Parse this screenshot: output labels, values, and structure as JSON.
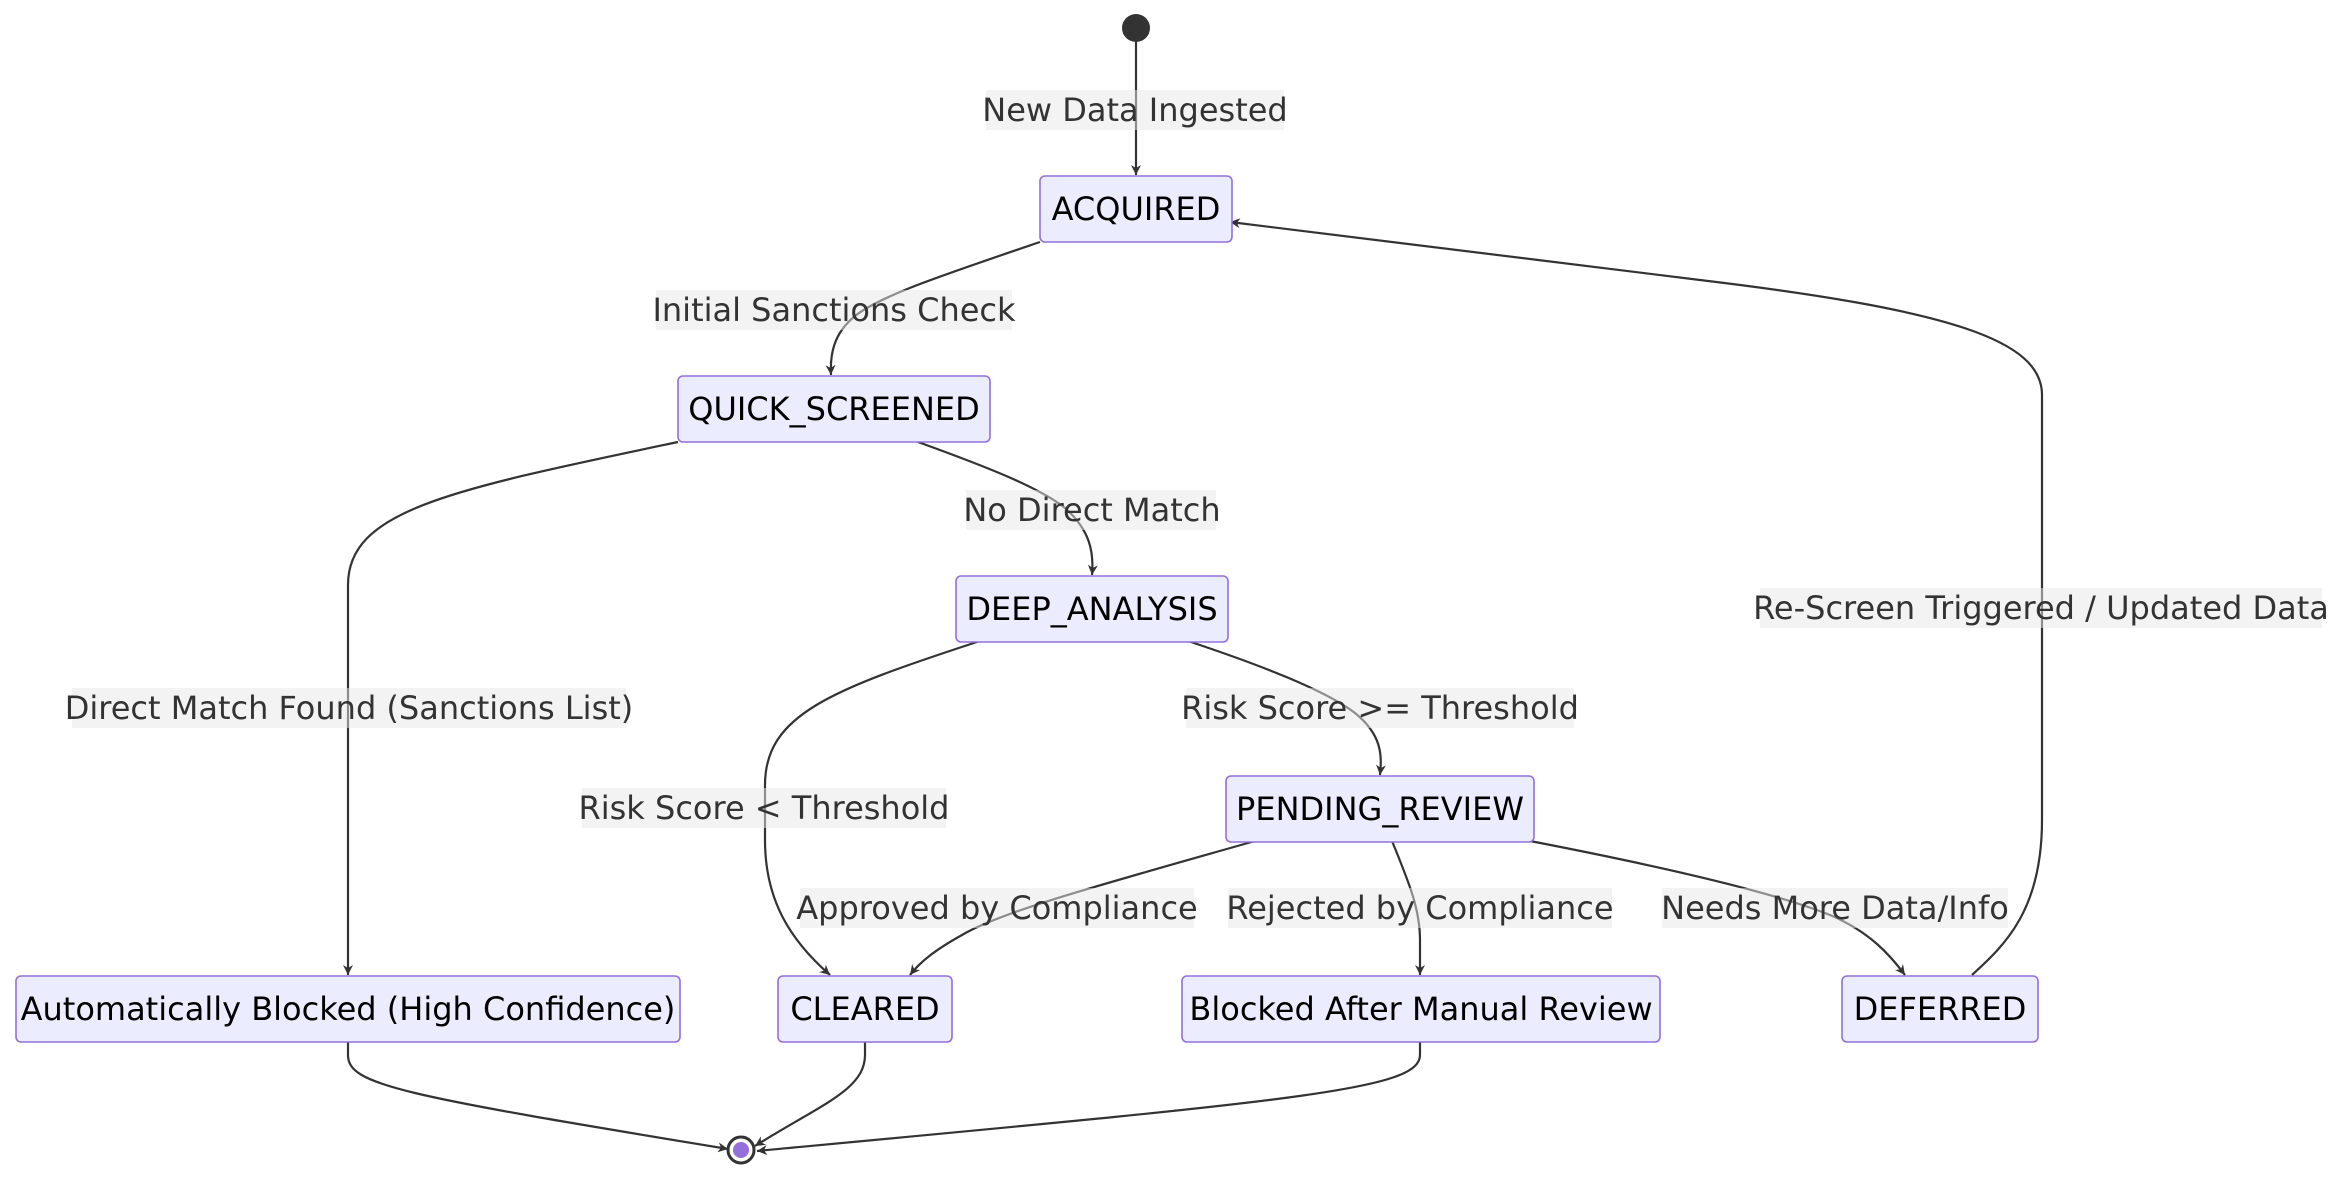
{
  "diagram": {
    "type": "state-diagram",
    "states": {
      "acquired": "ACQUIRED",
      "quick_screened": "QUICK_SCREENED",
      "deep_analysis": "DEEP_ANALYSIS",
      "pending_review": "PENDING_REVIEW",
      "auto_blocked": "Automatically Blocked (High Confidence)",
      "cleared": "CLEARED",
      "blocked_manual": "Blocked After Manual Review",
      "deferred": "DEFERRED"
    },
    "transitions": {
      "new_data": "New Data Ingested",
      "initial_check": "Initial Sanctions Check",
      "no_direct_match": "No Direct Match",
      "direct_match": "Direct Match Found (Sanctions List)",
      "risk_high": "Risk Score >= Threshold",
      "risk_low": "Risk Score < Threshold",
      "approved": "Approved by Compliance",
      "rejected": "Rejected by Compliance",
      "needs_more": "Needs More Data/Info",
      "rescreen": "Re-Screen Triggered / Updated Data"
    },
    "colors": {
      "state_fill": "#ECECFF",
      "state_stroke": "#9370DB",
      "edge": "#333333",
      "start_node": "#333333",
      "end_node_inner": "#9370DB"
    }
  }
}
